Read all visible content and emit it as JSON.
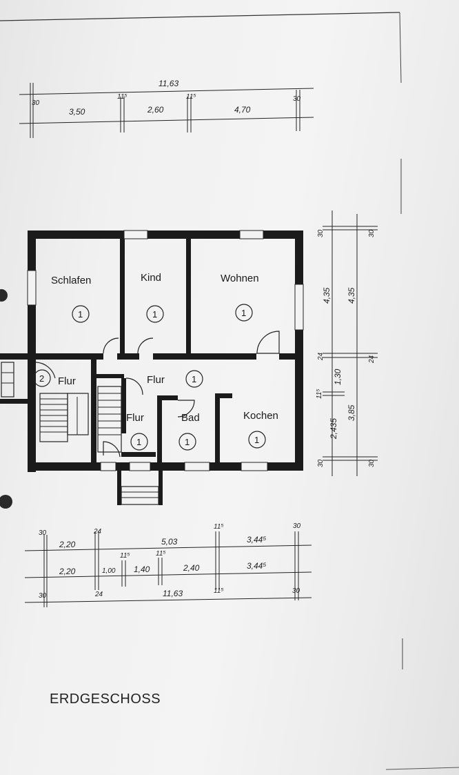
{
  "drawing": {
    "title": "ERDGESCHOSS",
    "rooms": [
      {
        "label": "Schlafen",
        "number": "1"
      },
      {
        "label": "Kind",
        "number": "1"
      },
      {
        "label": "Wohnen",
        "number": "1"
      },
      {
        "label": "Flur",
        "number": "2"
      },
      {
        "label": "Flur",
        "number": "1"
      },
      {
        "label": "Flur",
        "number": "1"
      },
      {
        "label": "Bad",
        "number": "1"
      },
      {
        "label": "Kochen",
        "number": "1"
      }
    ],
    "top_dimensions": {
      "overall": "11,63",
      "segments": [
        "30",
        "3,50",
        "11⁵",
        "2,60",
        "11⁵",
        "4,70",
        "30"
      ]
    },
    "right_dimensions": {
      "inner": [
        "30",
        "4,35",
        "24",
        "1,30",
        "11⁵",
        "2,435",
        "30"
      ],
      "outer": [
        "30",
        "4,35",
        "24",
        "3,85",
        "30"
      ]
    },
    "bottom_dimensions": {
      "row1": [
        "30",
        "2,20",
        "24",
        "5,03",
        "11⁵",
        "3,44⁵",
        "30"
      ],
      "row2": [
        "2,20",
        "1,00",
        "11⁵",
        "1,40",
        "11⁵",
        "2,40",
        "3,44⁵"
      ],
      "row3": [
        "30",
        "24",
        "11,63",
        "11⁵",
        "30"
      ]
    }
  }
}
